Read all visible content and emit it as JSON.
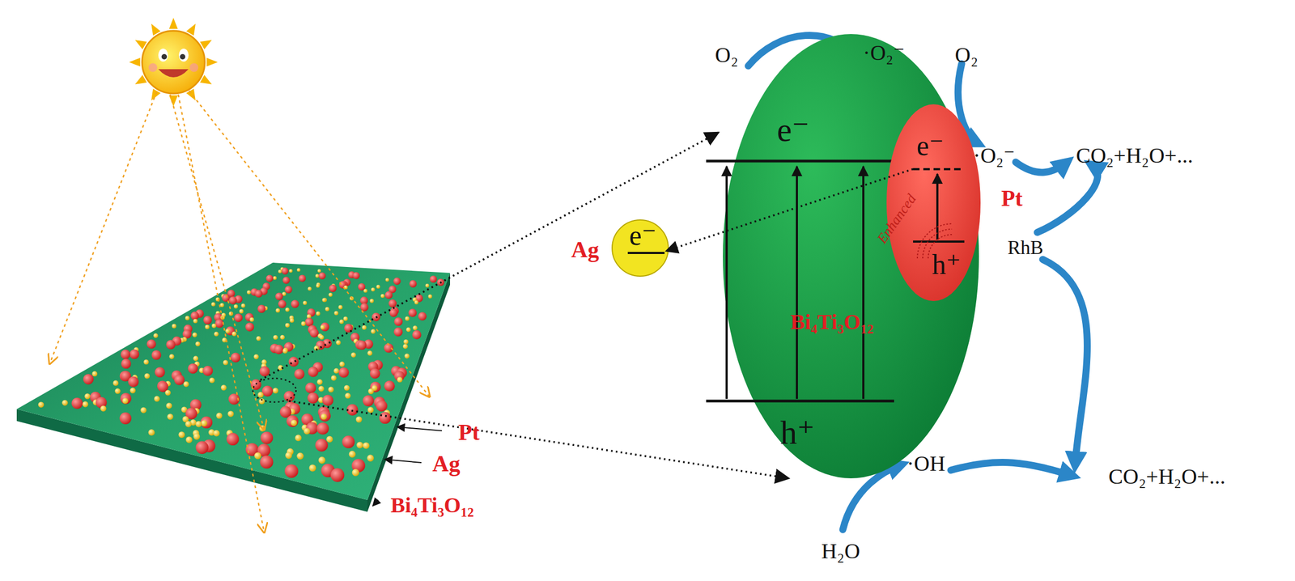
{
  "diagram": {
    "nodes": [
      {
        "text": [
          "e⁻",
          "Bi₄Ti₃O₁₂",
          "h⁺"
        ]
      },
      {
        "text": [
          "Ag",
          "e⁻"
        ]
      },
      {
        "text": [
          "e⁻",
          "Enhanced",
          "h⁺",
          "Pt"
        ]
      }
    ],
    "edges": [
      {
        "from": 2,
        "to": 1,
        "arrow": "to"
      }
    ],
    "labels": [
      "Pt",
      "Ag",
      "Bi₄Ti₃O₁₂",
      "O₂",
      "·O₂⁻",
      "O₂",
      "·O₂⁻",
      "CO₂+H₂O+...",
      "RhB",
      "·OH",
      "CO₂+H₂O+...",
      "H₂O"
    ]
  }
}
